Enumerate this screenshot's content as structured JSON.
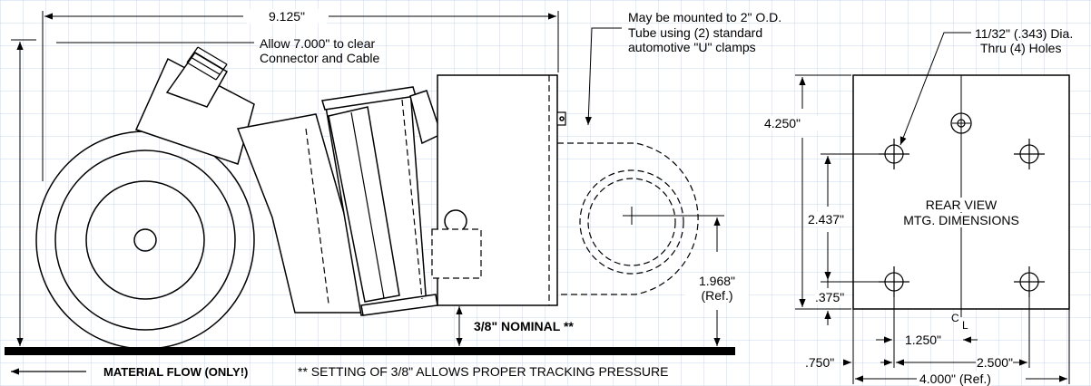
{
  "colors": {
    "grid": "#c9d8f0",
    "line": "#000000",
    "background": "#ffffff"
  },
  "side_view": {
    "overall_length": "9.125\"",
    "clearance_line1": "Allow 7.000\" to clear",
    "clearance_line2": "Connector and Cable",
    "mount_note_line1": "May be mounted to 2\" O.D.",
    "mount_note_line2": "Tube using (2) standard",
    "mount_note_line3": "automotive \"U\" clamps",
    "axle_height_value": "1.968\"",
    "axle_height_ref": "(Ref.)",
    "nominal_gap": "3/8\" NOMINAL **",
    "flow_label": "MATERIAL FLOW (ONLY!)",
    "setting_note": "** SETTING OF 3/8\" ALLOWS PROPER TRACKING PRESSURE"
  },
  "rear_view": {
    "hole_note_line1": "11/32\" (.343) Dia.",
    "hole_note_line2": "Thru (4) Holes",
    "height": "4.250\"",
    "hole_spacing_vertical": "2.437\"",
    "bottom_offset": ".375\"",
    "title_line1": "REAR VIEW",
    "title_line2": "MTG. DIMENSIONS",
    "centerline_c": "C",
    "centerline_l": "L",
    "center_offset": "1.250\"",
    "hole_spacing_horizontal": "2.500\"",
    "side_offset": ".750\"",
    "width": "4.000\" (Ref.)"
  }
}
